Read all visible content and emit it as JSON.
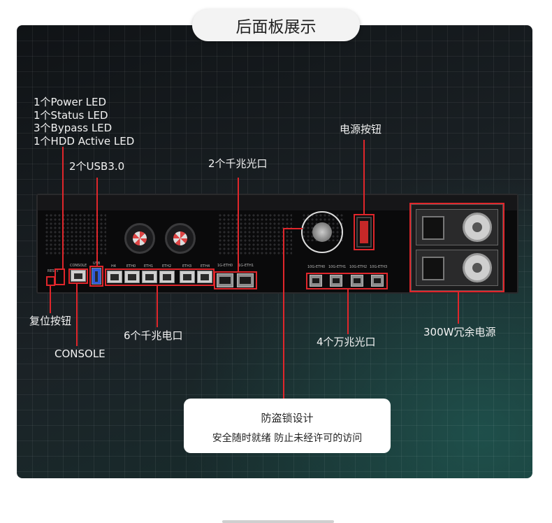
{
  "title": "后面板展示",
  "labels": {
    "leds": [
      "1个Power LED",
      "1个Status LED",
      "3个Bypass LED",
      "1个HDD Active LED"
    ],
    "usb": "2个USB3.0",
    "gige_fiber": "2个千兆光口",
    "power_button": "电源按钮",
    "reset_button": "复位按钮",
    "console": "CONSOLE",
    "gige_copper": "6个千兆电口",
    "tengige_fiber": "4个万兆光口",
    "psu": "300W冗余电源"
  },
  "callout": {
    "title": "防盗锁设计",
    "subtitle": "安全随时就绪 防止未经许可的访问"
  },
  "device_markings": {
    "console": "CONSOLE",
    "usb": "USB",
    "eth": [
      "H4",
      "ETH0",
      "ETH1",
      "ETH2",
      "ETH3",
      "ETH4"
    ],
    "gige_sfp": [
      "1G-ETH0",
      "1G-ETH1"
    ],
    "tengige_sfp": [
      "10G-ETH0",
      "10G-ETH1",
      "10G-ETH2",
      "10G-ETH3"
    ],
    "reset": "RESET"
  },
  "colors": {
    "accent_red": "#e0262b",
    "panel_dark": "#15191c"
  }
}
